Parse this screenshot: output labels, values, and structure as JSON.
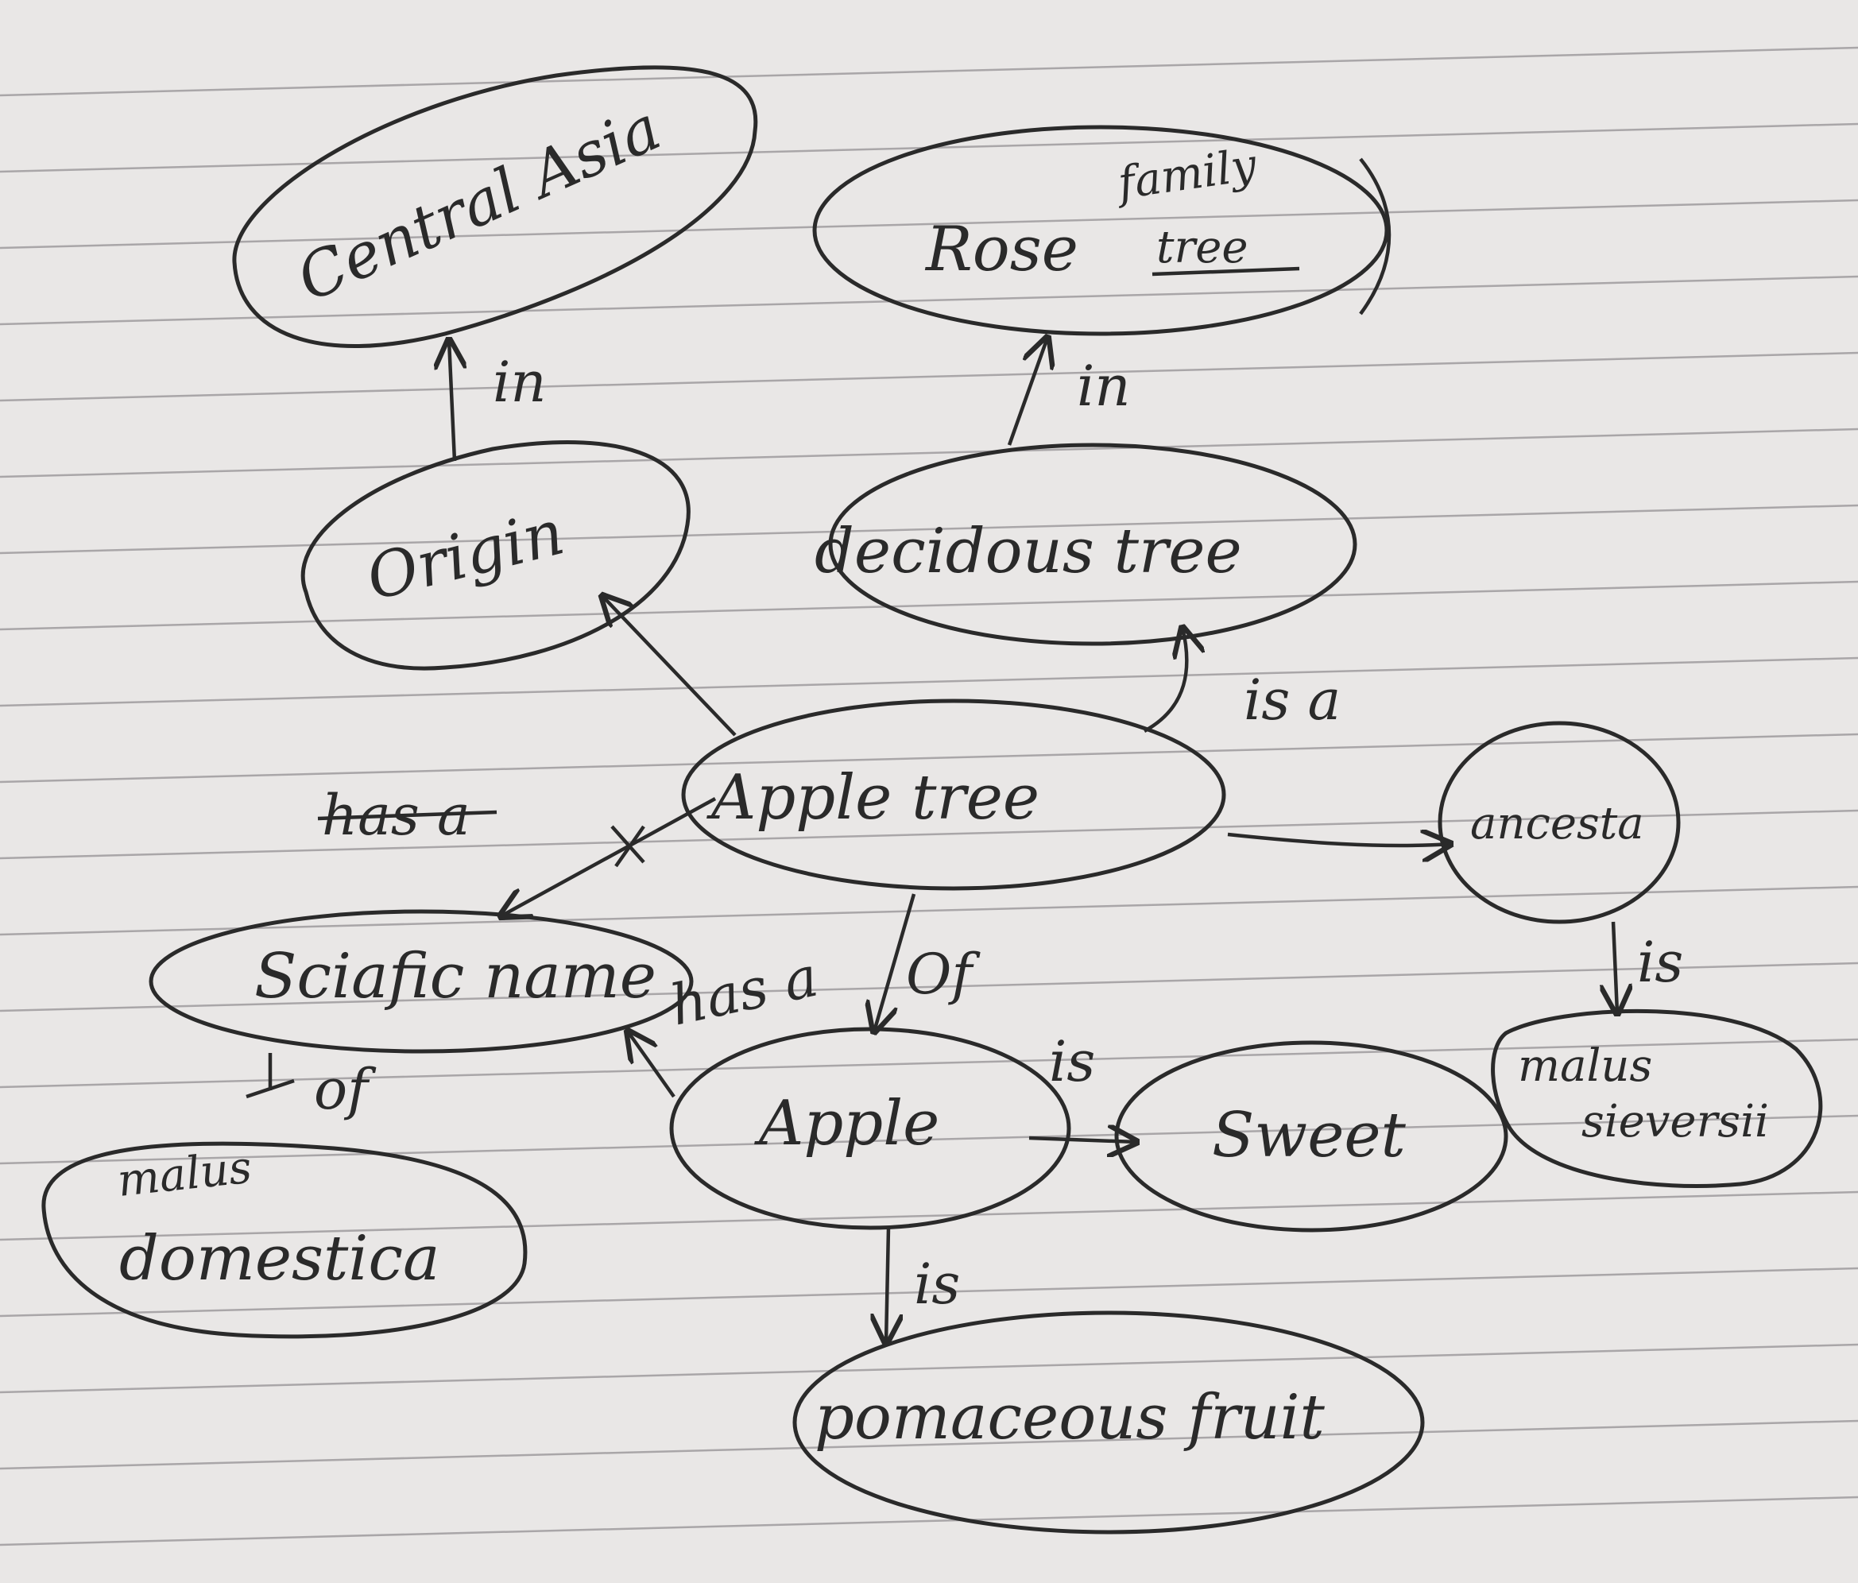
{
  "nodes": [
    {
      "id": "central-asia",
      "label": "Central Asia"
    },
    {
      "id": "rose",
      "label": "Rose",
      "annotation": "family",
      "annotation2": "tree"
    },
    {
      "id": "origin",
      "label": "Origin"
    },
    {
      "id": "deciduous",
      "label": "decidous tree"
    },
    {
      "id": "apple-tree",
      "label": "Apple tree"
    },
    {
      "id": "ancestor",
      "label": "ancesta"
    },
    {
      "id": "scientific-name",
      "label": "Sciafic name"
    },
    {
      "id": "apple",
      "label": "Apple"
    },
    {
      "id": "sweet",
      "label": "Sweet"
    },
    {
      "id": "malus-sieversii",
      "label": "malus",
      "label2": "sieversii"
    },
    {
      "id": "malus-domestica",
      "label": "malus",
      "label2": "domestica"
    },
    {
      "id": "pomaceous",
      "label": "pomaceous fruit"
    }
  ],
  "edges": [
    {
      "id": "origin-central-asia",
      "label": "in"
    },
    {
      "id": "deciduous-rose",
      "label": "in"
    },
    {
      "id": "appletree-deciduous",
      "label": "is a"
    },
    {
      "id": "appletree-origin",
      "label": ""
    },
    {
      "id": "appletree-scientific",
      "label": "has a"
    },
    {
      "id": "apple-scientific",
      "label": "has a"
    },
    {
      "id": "appletree-apple",
      "label": "Of"
    },
    {
      "id": "appletree-ancestor",
      "label": ""
    },
    {
      "id": "ancestor-malus",
      "label": "is"
    },
    {
      "id": "apple-sweet",
      "label": "is"
    },
    {
      "id": "apple-pomaceous",
      "label": "is"
    },
    {
      "id": "scientific-domestica",
      "label": "of"
    }
  ],
  "colors": {
    "ink": "#2a2a2a",
    "paper": "#e9e7e6",
    "rule": "#a9a6a8"
  }
}
